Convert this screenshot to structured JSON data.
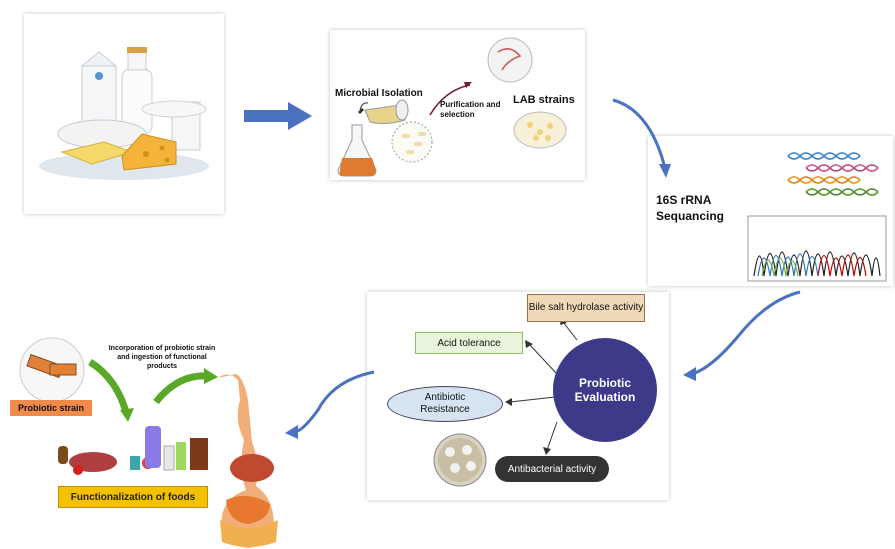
{
  "isolation": {
    "microbial_isolation": "Microbial Isolation",
    "purification": "Purification and selection",
    "lab_strains": "LAB strains"
  },
  "sequencing": {
    "title": "16S rRNA Sequancing"
  },
  "evaluation": {
    "center": "Probiotic Evaluation",
    "bile_salt": "Bile salt hydrolase activity",
    "acid_tolerance": "Acid tolerance",
    "antibiotic": "Antibiotic Resistance",
    "antibacterial": "Antibacterial activity"
  },
  "functional": {
    "incorporation": "Incorporation of probiotic strain and ingestion of functional products",
    "probiotic_strain": "Probiotic strain",
    "functionalization": "Functionalization of foods"
  },
  "colors": {
    "arrow_blue": "#4a72c0",
    "probiotic_circle": "#3d3a8a",
    "acid_green": "#8cc060",
    "bile_orange": "#f0d9b8",
    "antibiotic_blue": "#d6e4f2",
    "antibacterial_dark": "#333333",
    "functional_yellow": "#f5c000",
    "probiotic_strain_orange": "#f08a4b"
  }
}
